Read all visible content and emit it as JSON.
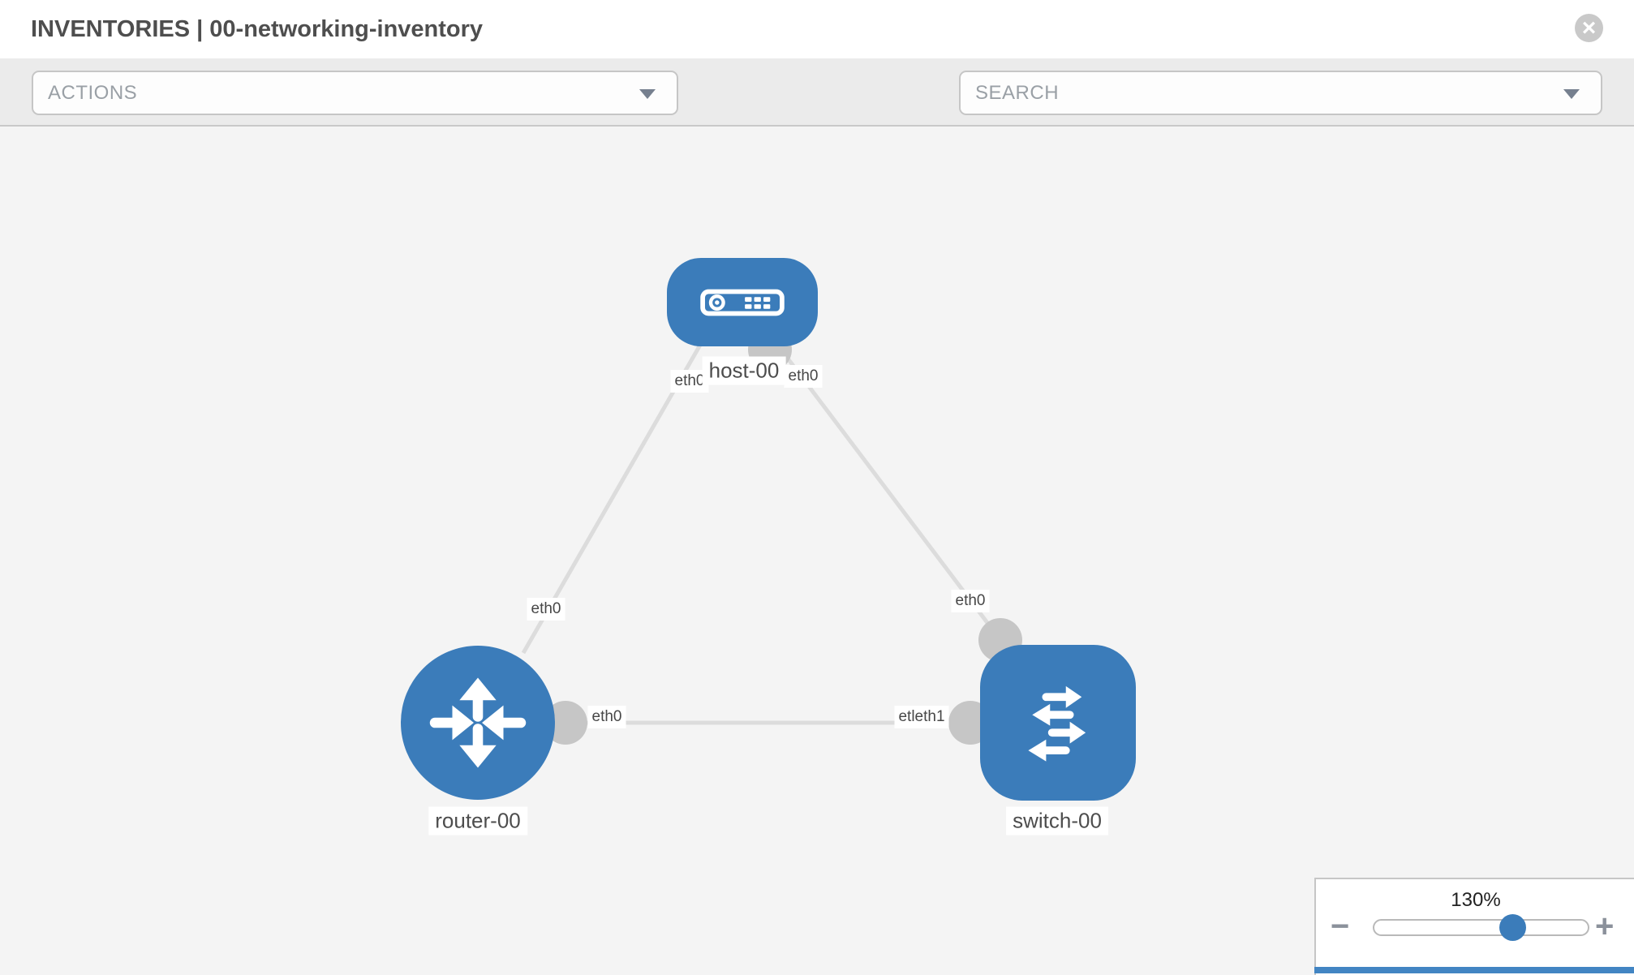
{
  "header": {
    "title": "INVENTORIES | 00-networking-inventory",
    "close_icon_glyph": "×"
  },
  "toolbar": {
    "actions_dropdown": {
      "placeholder": "ACTIONS"
    },
    "search_dropdown": {
      "placeholder": "SEARCH"
    },
    "tool_icons": [
      {
        "name": "wrench-icon"
      },
      {
        "name": "key-icon"
      }
    ]
  },
  "topology": {
    "nodes": [
      {
        "label": "host-00",
        "type": "host"
      },
      {
        "label": "router-00",
        "type": "router"
      },
      {
        "label": "switch-00",
        "type": "switch"
      }
    ],
    "links": [
      {
        "from": "host-00",
        "to": "router-00"
      },
      {
        "from": "host-00",
        "to": "switch-00"
      },
      {
        "from": "router-00",
        "to": "switch-00"
      }
    ],
    "iface_labels": [
      {
        "text": "eth0",
        "location": "host-00 end of host-router link"
      },
      {
        "text": "eth0",
        "location": "host-00 end of host-switch link"
      },
      {
        "text": "eth0",
        "location": "router-00 end of host-router link"
      },
      {
        "text": "eth0",
        "location": "router-00 end of router-switch link"
      },
      {
        "text": "etleth1",
        "location": "switch-00 end of router-switch link (two overlapping labels)"
      },
      {
        "text": "eth0",
        "location": "switch-00 end of host-switch link"
      }
    ]
  },
  "zoom_control": {
    "level": "130%",
    "minus_glyph": "−",
    "plus_glyph": "+"
  },
  "colors": {
    "node_blue": "#3b7cba",
    "port_gray": "#c6c6c6",
    "link_gray": "#dcdcdc",
    "accent_bar_blue": "#4285c3",
    "toolbar_bg": "#ebebeb"
  }
}
